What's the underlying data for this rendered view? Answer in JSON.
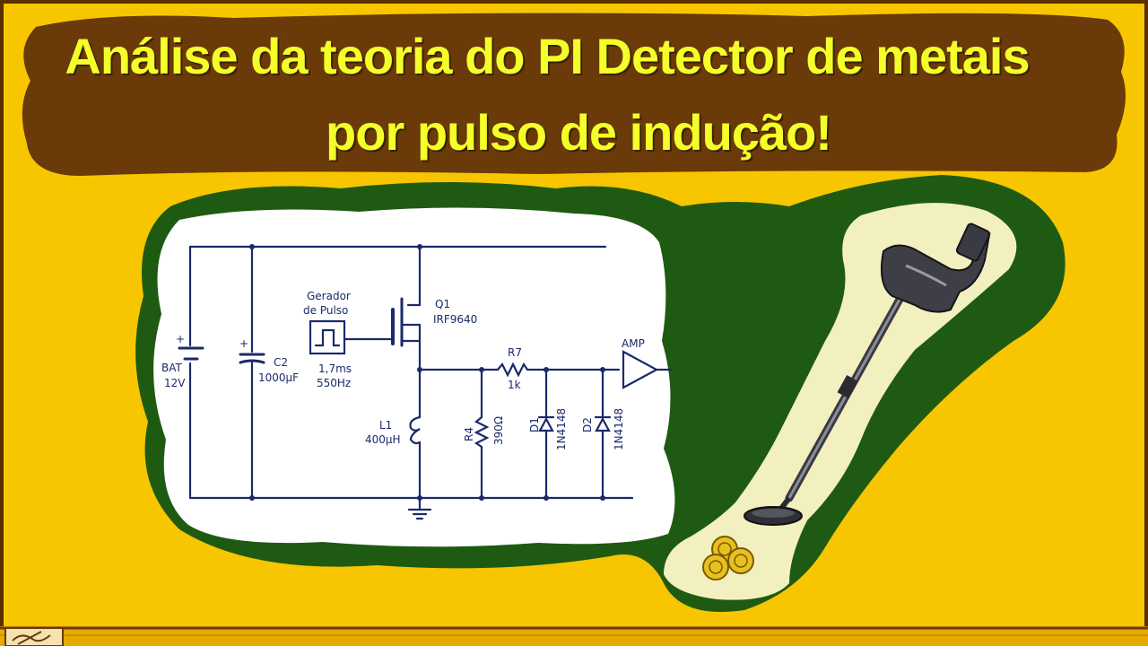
{
  "title": {
    "line1": "Análise da teoria do PI Detector de metais",
    "line2": "por pulso de indução!"
  },
  "colors": {
    "background": "#f7c600",
    "banner": "#6a3a08",
    "title_text": "#f4ff2a",
    "green_blob": "#1f5a12",
    "schematic_ink": "#1a2a6c",
    "detector_blob": "#f3f0c0"
  },
  "schematic": {
    "bat_label": "BAT",
    "bat_value": "12V",
    "c2_label": "C2",
    "c2_value": "1000μF",
    "gen_label_1": "Gerador",
    "gen_label_2": "de Pulso",
    "gen_time": "1,7ms",
    "gen_freq": "550Hz",
    "q1_label": "Q1",
    "q1_value": "IRF9640",
    "r7_label": "R7",
    "r7_value": "1k",
    "amp_label": "AMP",
    "l1_label": "L1",
    "l1_value": "400μH",
    "r4_label": "R4",
    "r4_value": "390Ω",
    "d1_label": "D1",
    "d1_value": "1N4148",
    "d2_label": "D2",
    "d2_value": "1N4148"
  },
  "icons": [
    "metal-detector-icon",
    "coins-icon",
    "pencil-icon"
  ]
}
